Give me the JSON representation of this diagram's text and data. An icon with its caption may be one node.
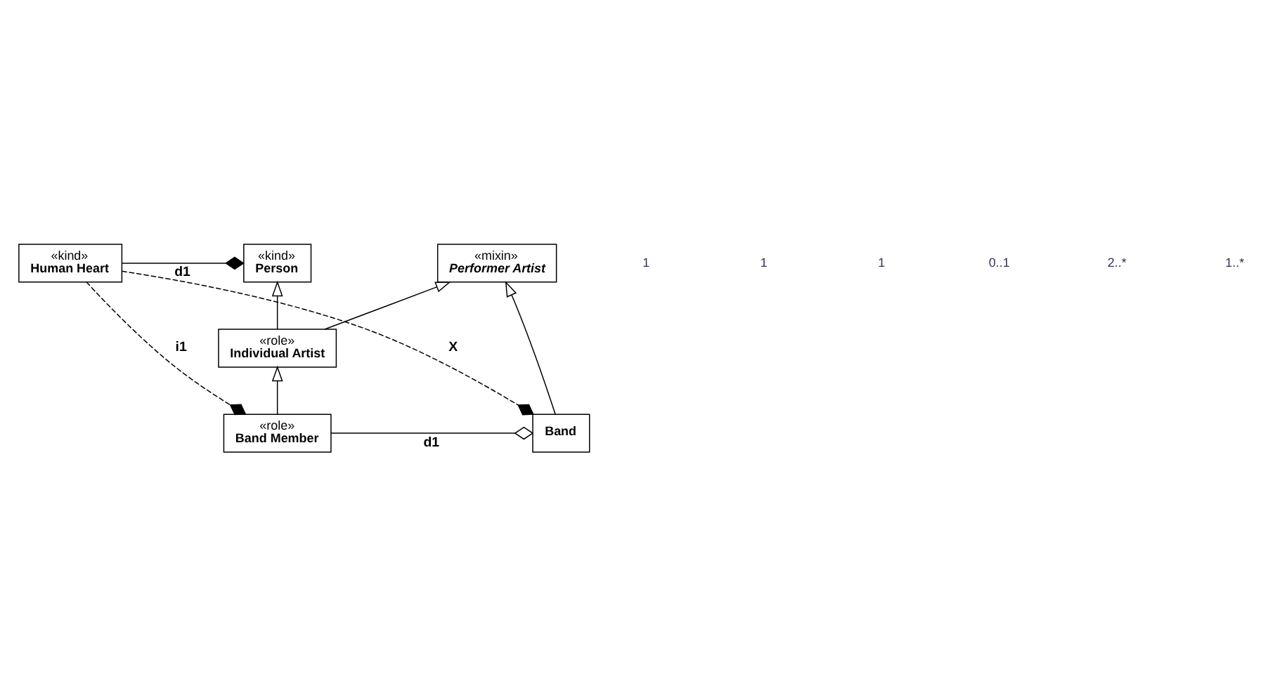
{
  "diagram": {
    "nodes": [
      {
        "text": [
          "«kind»",
          "Human Heart"
        ]
      },
      {
        "text": [
          "«kind»",
          "Person"
        ]
      },
      {
        "text": [
          "«mixin»",
          "Performer Artist"
        ]
      },
      {
        "text": [
          "«role»",
          "Individual Artist"
        ]
      },
      {
        "text": [
          "«role»",
          "Band Member"
        ]
      },
      {
        "text": [
          "Band"
        ]
      }
    ],
    "edges": [
      {
        "from": 0,
        "to": 1,
        "arrow": "other",
        "label": "d1"
      },
      {
        "from": 3,
        "to": 1,
        "arrow": "to"
      },
      {
        "from": 3,
        "to": 2,
        "arrow": "to"
      },
      {
        "from": 5,
        "to": 2,
        "arrow": "to"
      },
      {
        "from": 4,
        "to": 3,
        "arrow": "to"
      },
      {
        "from": 0,
        "to": 4,
        "arrow": "other",
        "label": "i1",
        "style": "dashed"
      },
      {
        "from": 4,
        "to": 5,
        "arrow": "other",
        "label": "d1"
      },
      {
        "from": 0,
        "to": 5,
        "arrow": "other",
        "label": "X",
        "style": "dashed"
      }
    ],
    "labels": [
      "1",
      "1",
      "1",
      "0..1",
      "2..*",
      "1..*"
    ]
  }
}
